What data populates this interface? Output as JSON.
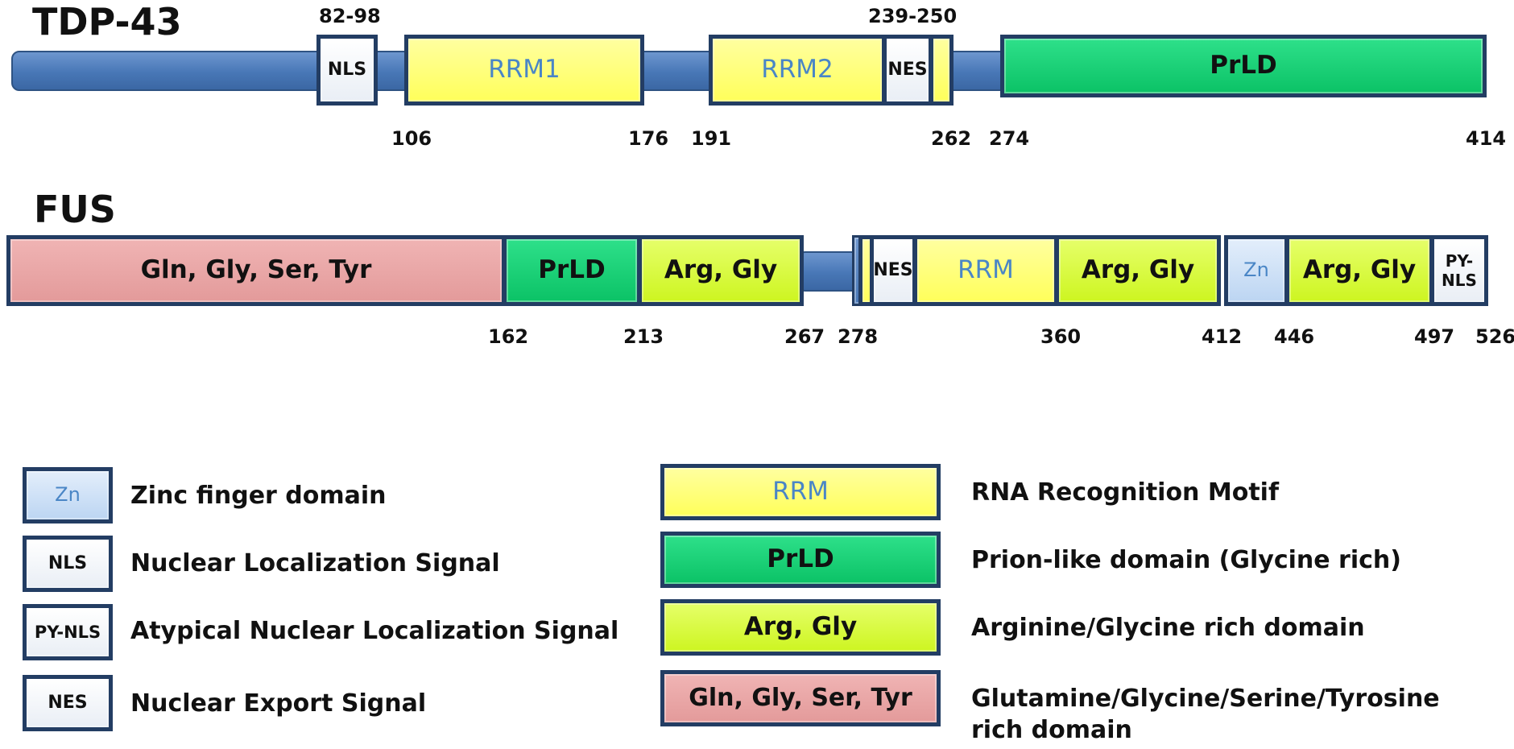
{
  "colors": {
    "backbone": "#4877b6",
    "rrm": "#ffff6e",
    "prld": "#10cc6e",
    "arg_gly": "#d9ff3a",
    "gln_gly_ser_tyr": "#e8a1a1",
    "zn": "#cfe2f7",
    "signal": "#ffffff",
    "border": "#233d63",
    "rrm_text": "#4a86c6"
  },
  "tdp43": {
    "title": "TDP-43",
    "label_nls_range": "82-98",
    "label_nes_range": "239-250",
    "domains": {
      "nls": "NLS",
      "rrm1": "RRM1",
      "rrm2": "RRM2",
      "nes": "NES",
      "prld": "PrLD"
    },
    "positions": [
      "106",
      "176",
      "191",
      "262",
      "274",
      "414"
    ]
  },
  "fus": {
    "title": "FUS",
    "domains": {
      "qgsy": "Gln, Gly, Ser, Tyr",
      "prld": "PrLD",
      "arg_gly_1": "Arg, Gly",
      "nes": "NES",
      "rrm": "RRM",
      "arg_gly_2": "Arg, Gly",
      "zn": "Zn",
      "arg_gly_3": "Arg, Gly",
      "py_nls": "PY-\nNLS"
    },
    "positions": [
      "162",
      "213",
      "267",
      "278",
      "360",
      "412",
      "446",
      "497",
      "526"
    ]
  },
  "legend": {
    "left": [
      {
        "box": "Zn",
        "text": "Zinc finger domain"
      },
      {
        "box": "NLS",
        "text": "Nuclear Localization Signal"
      },
      {
        "box": "PY-NLS",
        "text": "Atypical Nuclear Localization Signal"
      },
      {
        "box": "NES",
        "text": "Nuclear Export Signal"
      }
    ],
    "right": [
      {
        "box": "RRM",
        "text": "RNA Recognition Motif"
      },
      {
        "box": "PrLD",
        "text": "Prion-like domain (Glycine rich)"
      },
      {
        "box": "Arg, Gly",
        "text": "Arginine/Glycine rich domain"
      },
      {
        "box": "Gln, Gly, Ser, Tyr",
        "text": "Glutamine/Glycine/Serine/Tyrosine rich domain"
      }
    ]
  }
}
